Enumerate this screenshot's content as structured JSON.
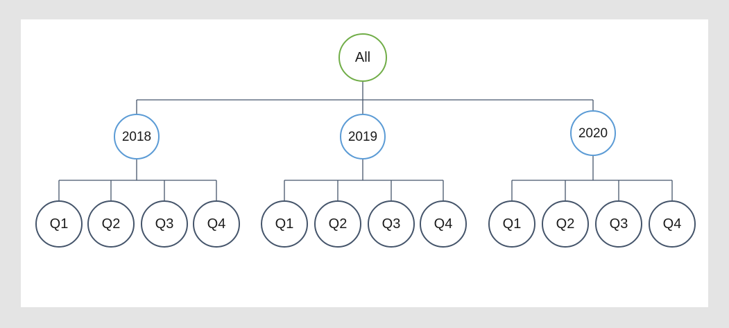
{
  "colors": {
    "page_bg": "#e4e4e4",
    "canvas_bg": "#ffffff",
    "root_stroke": "#70AD47",
    "year_stroke": "#5B9BD5",
    "quarter_stroke": "#44546A",
    "connector": "#44546A",
    "text": "#1a1a1a"
  },
  "tree": {
    "root": {
      "label": "All"
    },
    "years": [
      {
        "label": "2018",
        "quarters": [
          "Q1",
          "Q2",
          "Q3",
          "Q4"
        ]
      },
      {
        "label": "2019",
        "quarters": [
          "Q1",
          "Q2",
          "Q3",
          "Q4"
        ]
      },
      {
        "label": "2020",
        "quarters": [
          "Q1",
          "Q2",
          "Q3",
          "Q4"
        ]
      }
    ]
  }
}
